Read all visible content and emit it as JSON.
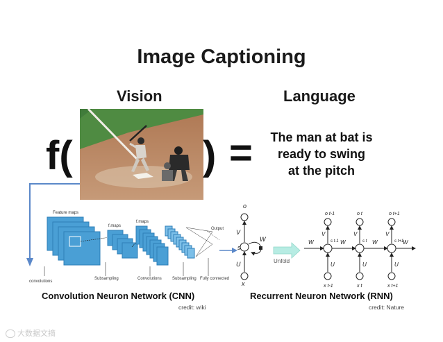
{
  "title": "Image Captioning",
  "vision_label": "Vision",
  "language_label": "Language",
  "formula": {
    "open": "f(",
    "close": ")",
    "equals": "="
  },
  "caption_lines": [
    "The man at bat is",
    "ready to swing",
    "at the pitch"
  ],
  "cnn": {
    "name": "Convolution Neuron Network (CNN)",
    "credit": "credit: wiki",
    "labels": {
      "feature_maps": "Feature maps",
      "fmaps_1": "f.maps",
      "fmaps_2": "f.maps",
      "output": "Output",
      "convolutions_left": "convolutions",
      "subsampling_1": "Subsampling",
      "convolutions": "Convolutions",
      "subsampling_2": "Subsampling",
      "fully_connected": "Fully connected"
    }
  },
  "rnn": {
    "name": "Recurrent Neuron Network (RNN)",
    "credit": "credit: Nature",
    "unfold": "Unfold",
    "symbols": {
      "o": "o",
      "s": "s",
      "x": "x",
      "U": "U",
      "V": "V",
      "W": "W",
      "o_prev": "o t-1",
      "o_t": "o t",
      "o_next": "o t+1",
      "s_prev": "s t-1",
      "s_t": "s t",
      "s_next": "s t+1",
      "x_prev": "x t-1",
      "x_t": "x t",
      "x_next": "x t+1"
    }
  },
  "watermark": "大数据文摘",
  "colors": {
    "cnn_blue": "#4a9fd5",
    "cnn_blue_dark": "#2f7fb8",
    "unfold_arrow": "#b7ece3",
    "flow_arrow": "#5b88c9",
    "text": "#111111"
  }
}
